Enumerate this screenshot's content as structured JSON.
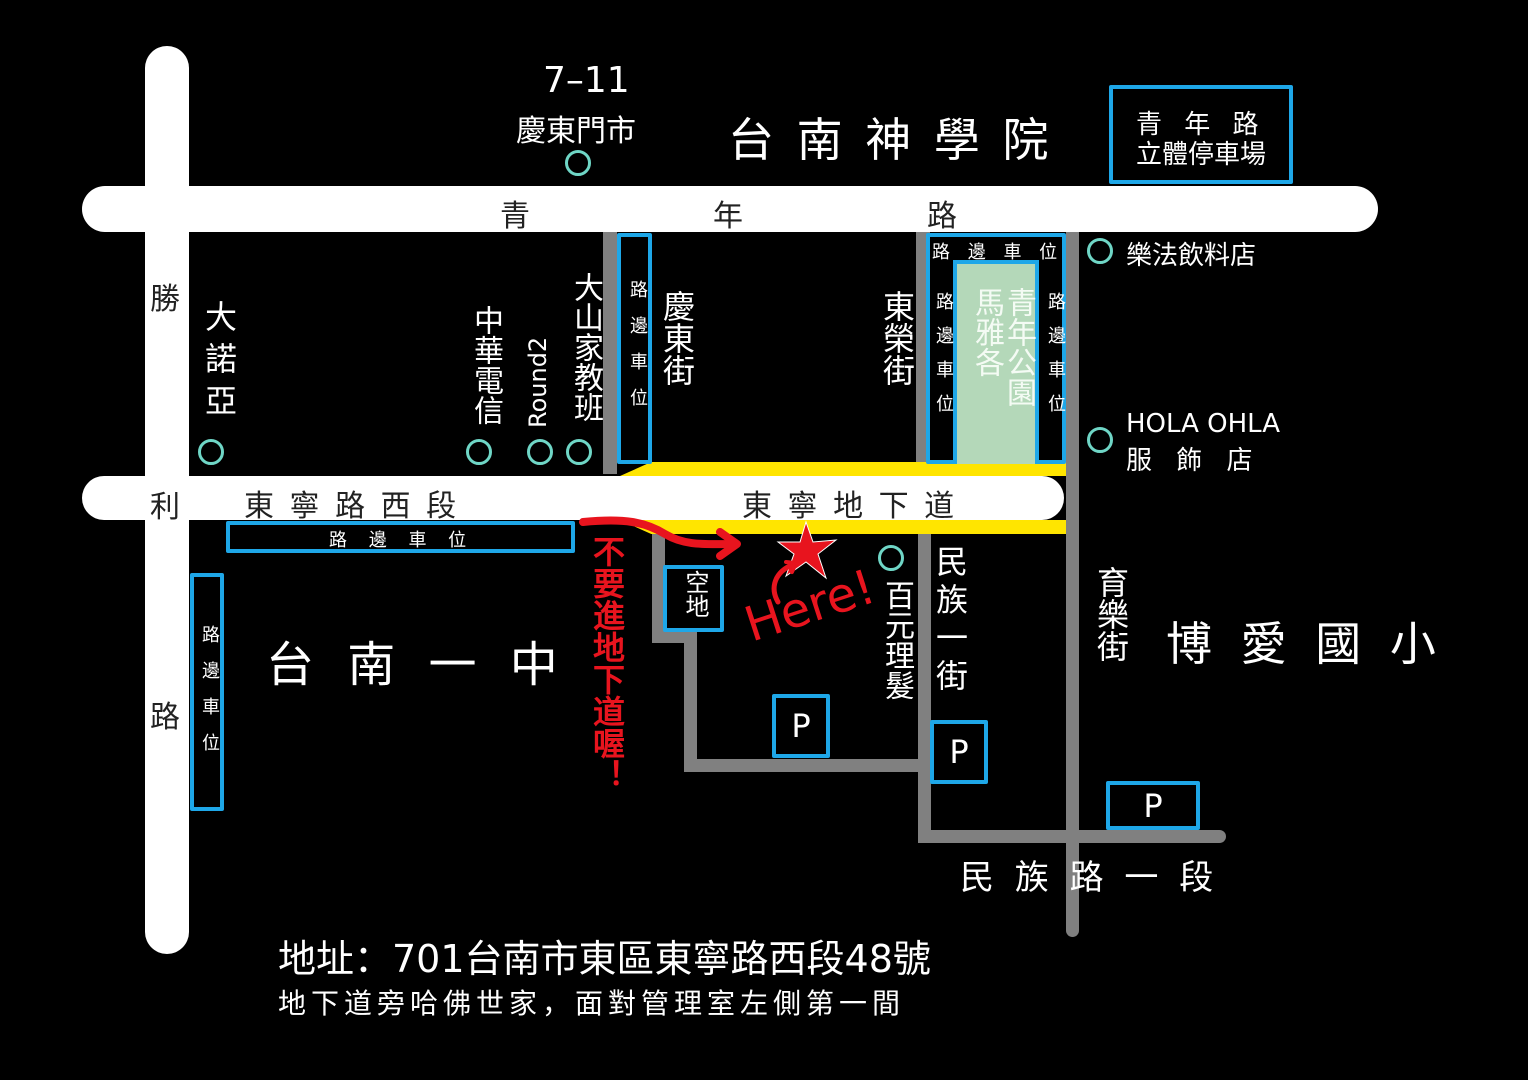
{
  "roads": {
    "qingnian_road": [
      "青",
      "年",
      "路"
    ],
    "shengli_road": [
      "勝",
      "利",
      "路"
    ],
    "dongning_west": "東 寧 路 西 段",
    "dongning_underpass": "東 寧 地 下 道",
    "minzu_road": "民 族 路 一 段",
    "qingdong_street": "慶東街",
    "dongrong_street": "東榮街",
    "minzu_1st_street": "民族一街",
    "yule_street": "育樂街"
  },
  "landmarks": {
    "seven_eleven": "7–11",
    "seven_eleven_store": "慶東門市",
    "seminary": "台 南 神 學 院",
    "qingnian_parking_line1": "青 年 路",
    "qingnian_parking_line2": "立體停車場",
    "lefa_drink": "樂法飲料店",
    "hola_line1": "HOLA OHLA",
    "hola_line2": "服 飾 店",
    "nokia": "大諾亞",
    "chunghwa": "中華電信",
    "round2": "Round2",
    "dashan": "大山家教班",
    "park_line_a": "青年公園",
    "park_line_b": "馬雅各",
    "tainan_first_high": "台 南 一 中",
    "boai_elementary": "博 愛 國 小",
    "empty_lot": "空地",
    "barber": "百元理髮"
  },
  "parking": {
    "roadside": "路邊車位",
    "roadside_spaced": "路 邊 車 位",
    "p_label": "P"
  },
  "annotations": {
    "warning": "不要進地下道喔！",
    "here": "Here!"
  },
  "address": {
    "line1": "地址：701台南市東區東寧路西段48號",
    "line2": "地下道旁哈佛世家，面對管理室左側第一間"
  },
  "colors": {
    "background": "#000000",
    "road_main": "#ffffff",
    "road_minor": "#808080",
    "underpass": "#ffe500",
    "parking_border": "#1ea7e8",
    "poi_circle": "#6fd6c6",
    "park_fill": "#b4d8b9",
    "highlight": "#e8141e"
  }
}
